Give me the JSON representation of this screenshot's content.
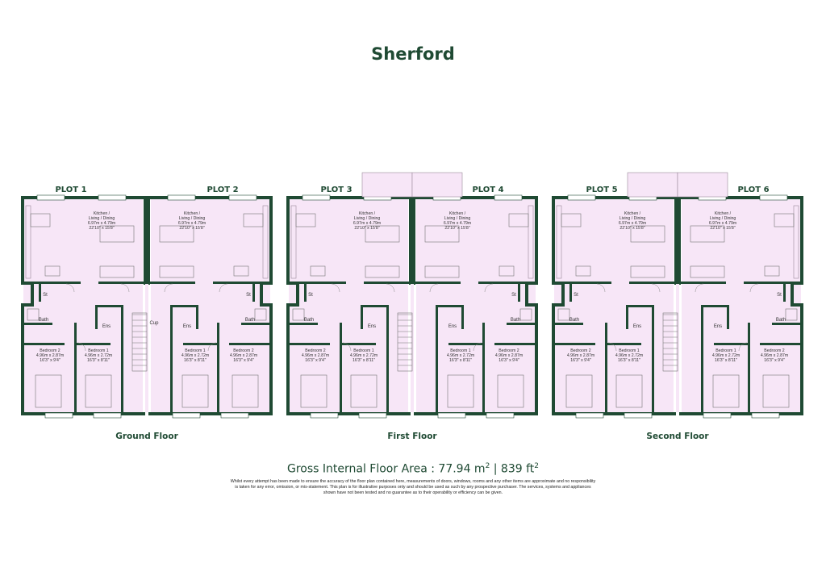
{
  "title": "Sherford",
  "floors": [
    {
      "label": "Ground Floor",
      "plots": [
        {
          "label": "PLOT 1",
          "mirror": false
        },
        {
          "label": "PLOT 2",
          "mirror": true
        }
      ]
    },
    {
      "label": "First Floor",
      "plots": [
        {
          "label": "PLOT 3",
          "mirror": false
        },
        {
          "label": "PLOT 4",
          "mirror": true
        }
      ]
    },
    {
      "label": "Second Floor",
      "plots": [
        {
          "label": "PLOT 5",
          "mirror": false
        },
        {
          "label": "PLOT 6",
          "mirror": true
        }
      ]
    }
  ],
  "rooms": {
    "kitchen": {
      "line1": "Kitchen /",
      "line2": "Living / Dining",
      "line3": "6.97m x 4.79m",
      "line4": "22'10\" x 15'8\""
    },
    "bedroom1": {
      "line1": "Bedroom 1",
      "line2": "4.96m x 2.72m",
      "line3": "16'3\" x 8'11\""
    },
    "bedroom2": {
      "line1": "Bedroom 2",
      "line2": "4.96m x 2.87m",
      "line3": "16'3\" x 9'4\""
    },
    "bath": "Bath",
    "ensuite": "Ens",
    "store": "St",
    "cupboard": "Cup"
  },
  "gia": {
    "text": "Gross Internal Floor Area : 77.94 m",
    "sup1": "2",
    "mid": " | 839 ft",
    "sup2": "2"
  },
  "disclaimer": "Whilst every attempt has been made to ensure the accuracy of the floor plan contained here, measurements of doors, windows, rooms and any other items are approximate and no responsibility is taken for any error, omission, or mis-statement. This plan is for illustrative purposes only and should be used as such by any prospective purchaser. The services, systems and appliances shown have not been tested and no guarantee as to their operability or efficiency can be given.",
  "colors": {
    "wall": "#1f4a33",
    "floor": "#f7e6f7",
    "text": "#1f4a33"
  }
}
